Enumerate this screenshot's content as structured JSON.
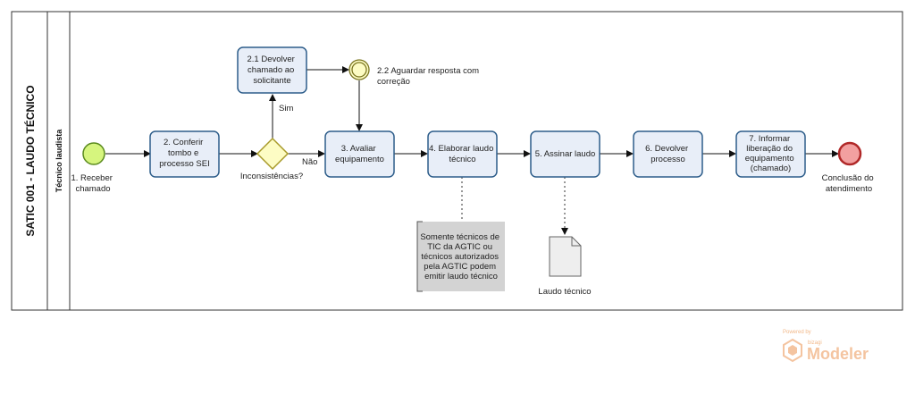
{
  "pool": {
    "title": "SATIC 001 - LAUDO TÉCNICO",
    "lane": "Técnico laudista"
  },
  "events": {
    "start": {
      "label": [
        "1. Receber",
        "chamado"
      ]
    },
    "intermediate": {
      "label": [
        "2.2 Aguardar resposta com",
        "correção"
      ]
    },
    "end": {
      "label": [
        "Conclusão do",
        "atendimento"
      ]
    }
  },
  "gateway": {
    "label": "Inconsistências?",
    "yes": "Sim",
    "no": "Não"
  },
  "tasks": [
    {
      "id": "t2",
      "lines": [
        "2. Conferir",
        "tombo e",
        "processo SEI"
      ]
    },
    {
      "id": "t21",
      "lines": [
        "2.1 Devolver",
        "chamado ao",
        "solicitante"
      ]
    },
    {
      "id": "t3",
      "lines": [
        "3. Avaliar",
        "equipamento"
      ]
    },
    {
      "id": "t4",
      "lines": [
        "4. Elaborar laudo",
        "técnico"
      ]
    },
    {
      "id": "t5",
      "lines": [
        "5. Assinar laudo"
      ]
    },
    {
      "id": "t6",
      "lines": [
        "6. Devolver",
        "processo"
      ]
    },
    {
      "id": "t7",
      "lines": [
        "7. Informar",
        "liberação do",
        "equipamento",
        "(chamado)"
      ]
    }
  ],
  "annotation": {
    "lines": [
      "Somente técnicos de",
      "TIC da AGTIC ou",
      "técnicos autorizados",
      "pela AGTIC podem",
      "emitir laudo técnico"
    ]
  },
  "artifact": {
    "label": "Laudo técnico"
  },
  "watermark": {
    "powered": "Powered by",
    "brand_small": "bizagi",
    "brand_big": "Modeler"
  },
  "colors": {
    "task_fill": "#e8eef8",
    "task_stroke": "#2d5d8a",
    "start_fill": "#d6f57e",
    "start_stroke": "#5a8a1e",
    "end_fill": "#f2a0a0",
    "end_stroke": "#b02828",
    "gateway_fill": "#fdfcc4",
    "gateway_stroke": "#a89a2a",
    "intermediate_fill": "#fdfcc4",
    "intermediate_stroke": "#7a7520",
    "annotation_fill": "#d3d3d3",
    "document_fill": "#eeeeee"
  }
}
